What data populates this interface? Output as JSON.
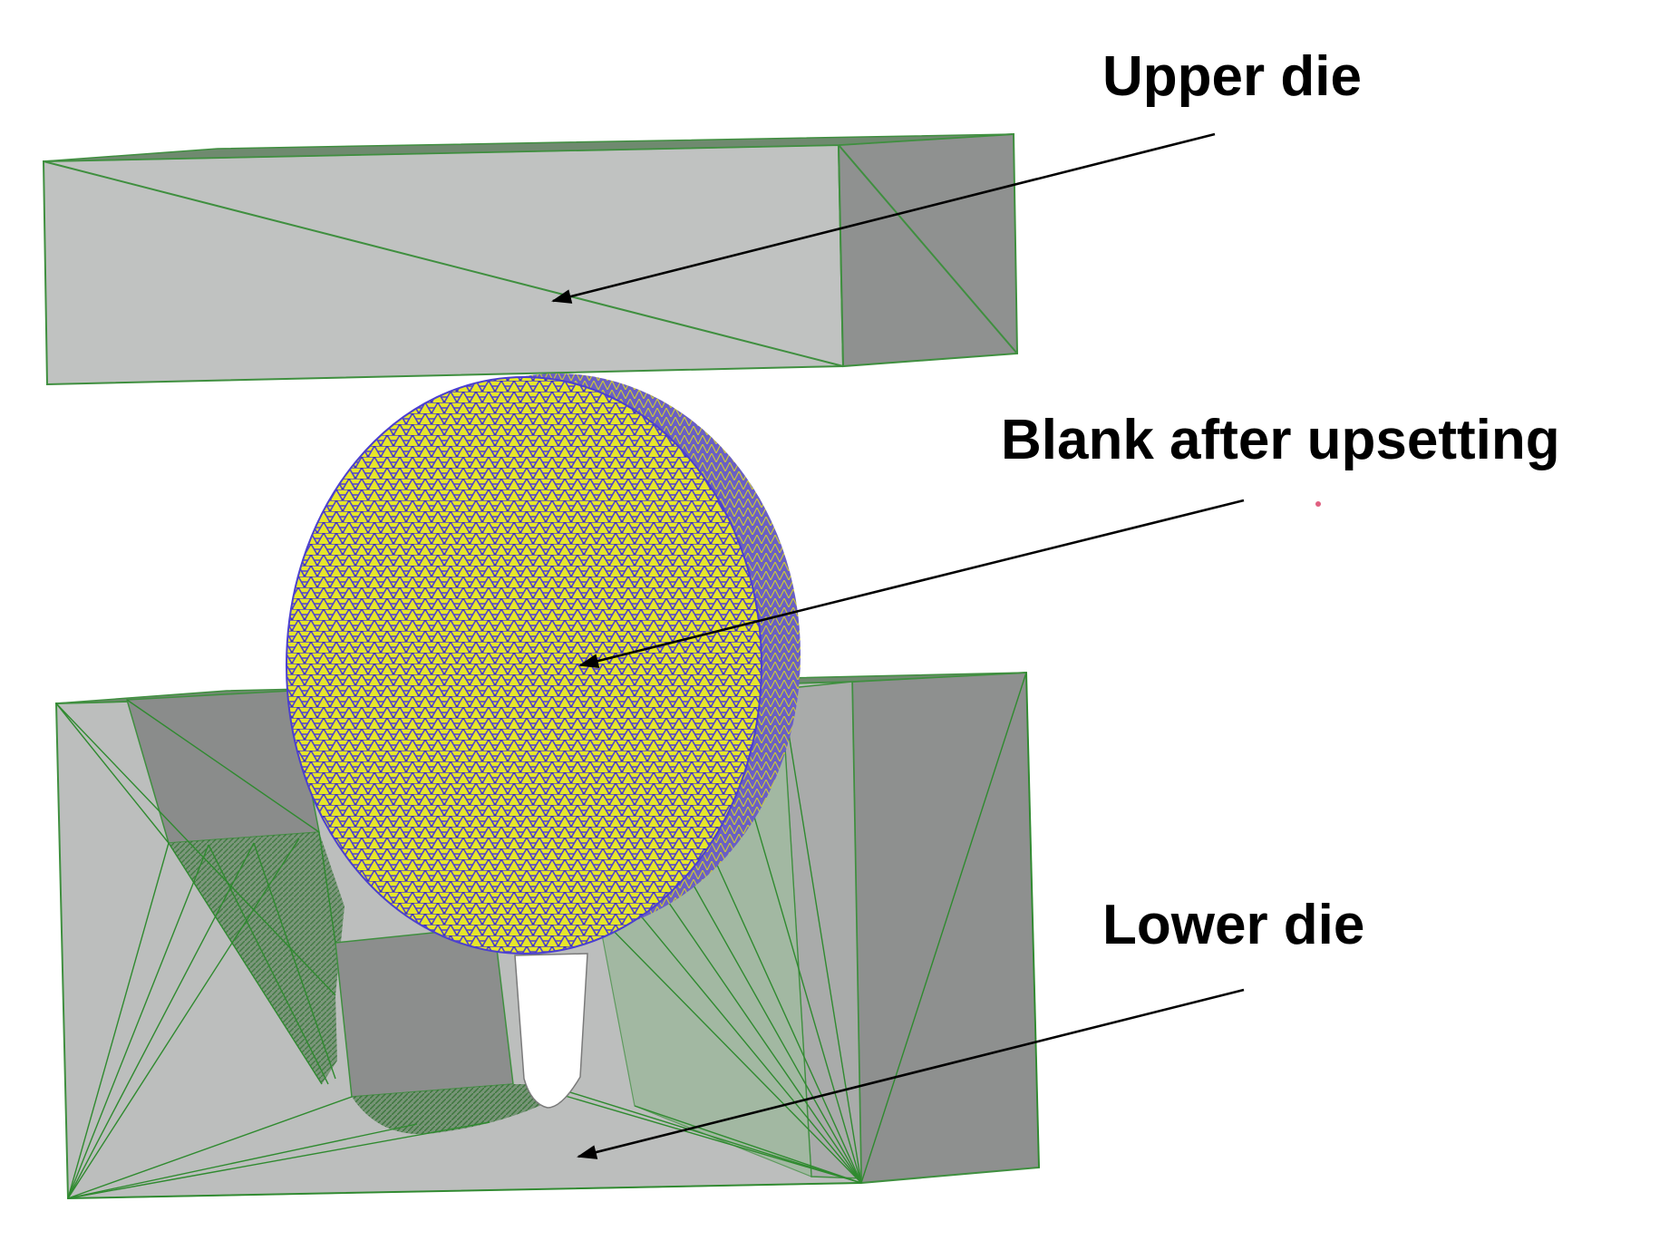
{
  "labels": {
    "upper_die": "Upper die",
    "blank": "Blank after upsetting",
    "lower_die": "Lower die"
  },
  "colors": {
    "die_light": "#bfc1c0",
    "die_mid": "#a9abaa",
    "die_dark": "#8a8c8b",
    "die_edge": "#3f8f3f",
    "mesh_yellow": "#e8e82c",
    "mesh_blue": "#4b3fd0",
    "arrow": "#000000"
  }
}
